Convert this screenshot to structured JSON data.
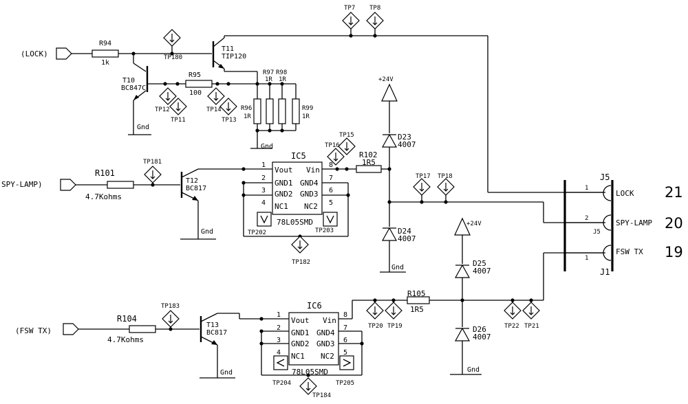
{
  "signals": {
    "lock": "(LOCK)",
    "spy_lamp": "SPY-LAMP)",
    "fsw_tx": "(FSW TX)"
  },
  "resistors": {
    "r94": {
      "ref": "R94",
      "val": "1k"
    },
    "r95": {
      "ref": "R95",
      "val": "100"
    },
    "r96": {
      "ref": "R96",
      "val": "1R"
    },
    "r97": {
      "ref": "R97",
      "val": "1R"
    },
    "r98": {
      "ref": "R98",
      "val": "1R"
    },
    "r99": {
      "ref": "R99",
      "val": "1R"
    },
    "r101": {
      "ref": "R101",
      "val": "4.7Kohms"
    },
    "r102": {
      "ref": "R102",
      "val": "1R5"
    },
    "r104": {
      "ref": "R104",
      "val": "4.7Kohms"
    },
    "r105": {
      "ref": "R105",
      "val": "1R5"
    }
  },
  "transistors": {
    "t10": {
      "ref": "T10",
      "part": "BC847C"
    },
    "t11": {
      "ref": "T11",
      "part": "TIP120"
    },
    "t12": {
      "ref": "T12",
      "part": "BC817"
    },
    "t13": {
      "ref": "T13",
      "part": "BC817"
    }
  },
  "diodes": {
    "d23": {
      "ref": "D23",
      "part": "4007"
    },
    "d24": {
      "ref": "D24",
      "part": "4007"
    },
    "d25": {
      "ref": "D25",
      "part": "4007"
    },
    "d26": {
      "ref": "D26",
      "part": "4007"
    }
  },
  "ics": {
    "ic5": {
      "ref": "IC5",
      "part": "78L05SMD",
      "pins_left": [
        "1",
        "2",
        "3",
        "4"
      ],
      "pins_right": [
        "8",
        "7",
        "6",
        "5"
      ],
      "left_labels": [
        "Vout",
        "GND1",
        "GND2",
        "NC1"
      ],
      "right_labels": [
        "Vin",
        "GND4",
        "GND3",
        "NC2"
      ]
    },
    "ic6": {
      "ref": "IC6",
      "part": "78L05SMD",
      "pins_left": [
        "1",
        "2",
        "3",
        "4"
      ],
      "pins_right": [
        "8",
        "7",
        "6",
        "5"
      ],
      "left_labels": [
        "Vout",
        "GND1",
        "GND2",
        "NC1"
      ],
      "right_labels": [
        "Vin",
        "GND4",
        "GND3",
        "NC2"
      ]
    }
  },
  "power": {
    "v24": "+24V",
    "gnd": "Gnd"
  },
  "test_points": {
    "tp7": "TP7",
    "tp8": "TP8",
    "tp180": "TP180",
    "tp12": "TP12",
    "tp11": "TP11",
    "tp14": "TP14",
    "tp13": "TP13",
    "tp15": "TP15",
    "tp16": "TP16",
    "tp181": "TP181",
    "tp17": "TP17",
    "tp18": "TP18",
    "tp202": "TP202",
    "tp203": "TP203",
    "tp182": "TP182",
    "tp183": "TP183",
    "tp20": "TP20",
    "tp19": "TP19",
    "tp22": "TP22",
    "tp21": "TP21",
    "tp204": "TP204",
    "tp205": "TP205",
    "tp184": "TP184"
  },
  "connector": {
    "j5": "J5",
    "j5_small": "J5",
    "j1": "J1",
    "pins": [
      {
        "num": "1",
        "label": "LOCK",
        "big": "21"
      },
      {
        "num": "2",
        "label": "SPY-LAMP",
        "big": "20"
      },
      {
        "num": "1",
        "label": "FSW TX",
        "big": "19"
      }
    ]
  }
}
